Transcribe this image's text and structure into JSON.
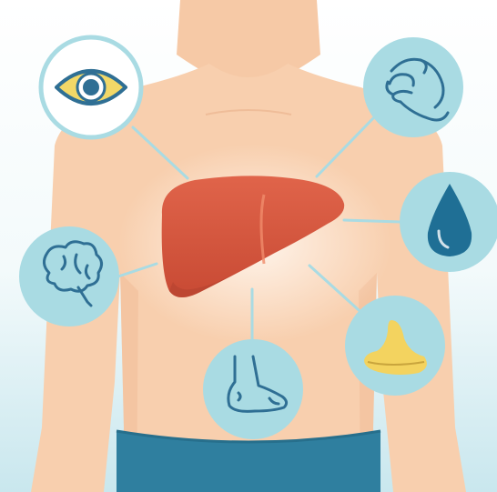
{
  "colors": {
    "background_top": "#ffffff",
    "background_bottom": "#c9e7ee",
    "skin": "#f8cfae",
    "skin_shadow": "#efb994",
    "liver": "#d9583e",
    "liver_dark": "#b84430",
    "icon_circle": "#a9dbe3",
    "icon_stroke": "#2f6f94",
    "eye_iris": "#f2d867",
    "drop": "#1f6f95",
    "nose": "#f3d35f",
    "pants": "#2f7f9f",
    "connector": "#a9dbe3"
  },
  "diagram": {
    "center": {
      "organ": "liver"
    },
    "symptom_icons": [
      {
        "id": "eye",
        "icon": "eye-icon"
      },
      {
        "id": "hand",
        "icon": "hand-icon"
      },
      {
        "id": "drop",
        "icon": "water-drop-icon"
      },
      {
        "id": "nose",
        "icon": "nose-icon"
      },
      {
        "id": "foot",
        "icon": "foot-icon"
      },
      {
        "id": "brain",
        "icon": "brain-icon"
      }
    ]
  }
}
